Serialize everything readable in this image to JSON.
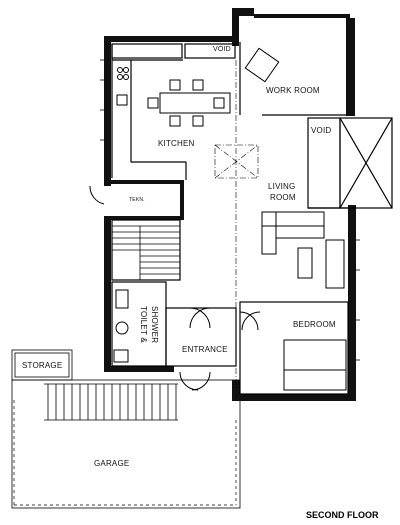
{
  "rooms": {
    "kitchen": "KITCHEN",
    "work_room": "WORK ROOM",
    "void_top": "VOID",
    "void_right": "VOID",
    "living_room_1": "LIVING",
    "living_room_2": "ROOM",
    "bedroom": "BEDROOM",
    "toilet": "TOILET &",
    "shower": "SHOWER",
    "entrance": "ENTRANCE",
    "storage": "STORAGE",
    "garage": "GARAGE",
    "tech": "TEKN."
  },
  "floor_title": "SECOND FLOOR"
}
